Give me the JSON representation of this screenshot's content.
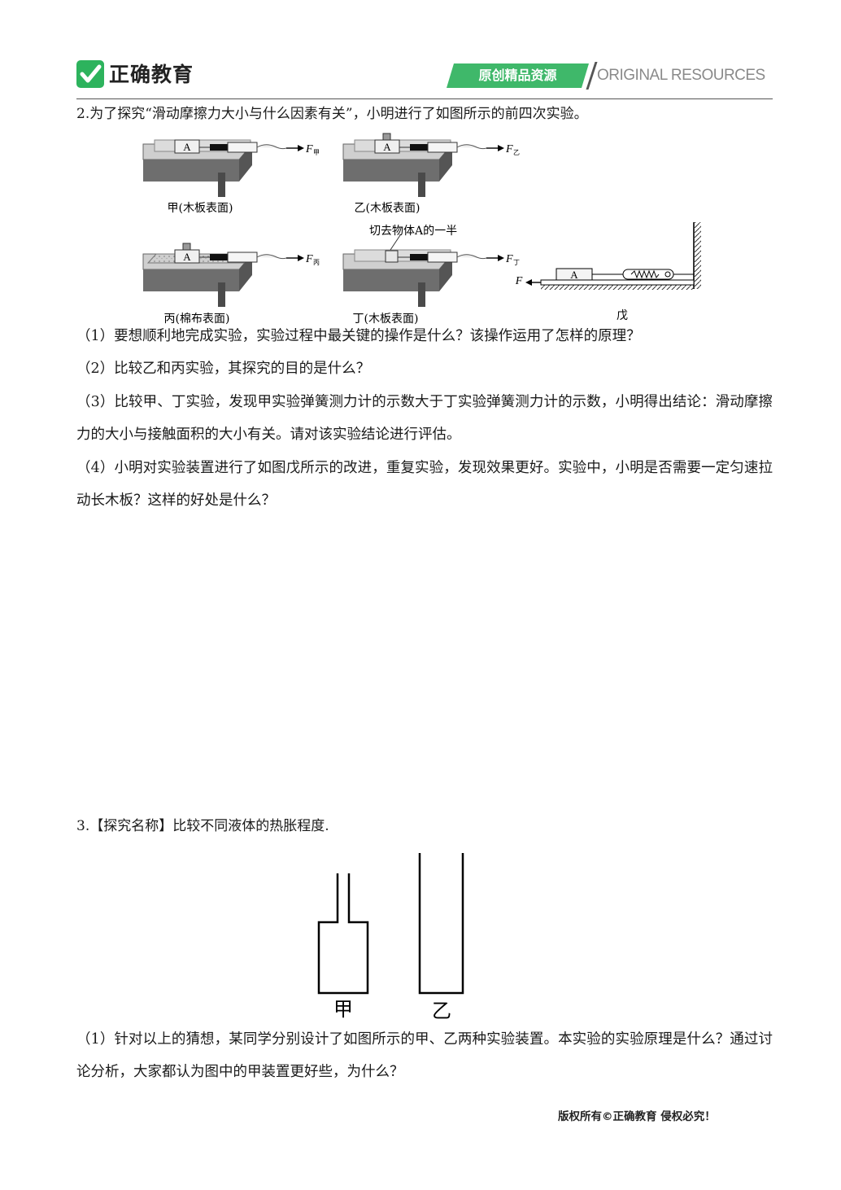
{
  "header": {
    "logo_text": "正确教育",
    "banner_label": "原创精品资源",
    "banner_english": "ORIGINAL RESOURCES"
  },
  "q2": {
    "stem": "2.为了探究“滑动摩擦力大小与什么因素有关”，小明进行了如图所示的前四次实验。",
    "figures": {
      "jia": {
        "caption": "甲(木板表面)",
        "block": "A",
        "force": "F",
        "force_sub": "甲"
      },
      "yi": {
        "caption": "乙(木板表面)",
        "block": "A",
        "force": "F",
        "force_sub": "乙"
      },
      "bing": {
        "caption": "丙(棉布表面)",
        "block": "A",
        "force": "F",
        "force_sub": "丙"
      },
      "ding": {
        "caption": "丁(木板表面)",
        "annotation": "切去物体A的一半",
        "force": "F",
        "force_sub": "丁"
      },
      "wu": {
        "caption": "戊",
        "block": "A",
        "force": "F"
      }
    },
    "sub1": "（1）要想顺利地完成实验，实验过程中最关键的操作是什么？该操作运用了怎样的原理？",
    "sub2": "（2）比较乙和丙实验，其探究的目的是什么？",
    "sub3": "（3）比较甲、丁实验，发现甲实验弹簧测力计的示数大于丁实验弹簧测力计的示数，小明得出结论：滑动摩擦力的大小与接触面积的大小有关。请对该实验结论进行评估。",
    "sub4": "（4）小明对实验装置进行了如图戊所示的改进，重复实验，发现效果更好。实验中，小明是否需要一定匀速拉动长木板？这样的好处是什么？"
  },
  "q3": {
    "stem": "3.【探究名称】比较不同液体的热胀程度.",
    "label_jia": "甲",
    "label_yi": "乙",
    "sub1": "（1）针对以上的猜想，某同学分别设计了如图所示的甲、乙两种实验装置。本实验的实验原理是什么？通过讨论分析，大家都认为图中的甲装置更好些，为什么？"
  },
  "footer": "版权所有©正确教育 侵权必究！"
}
